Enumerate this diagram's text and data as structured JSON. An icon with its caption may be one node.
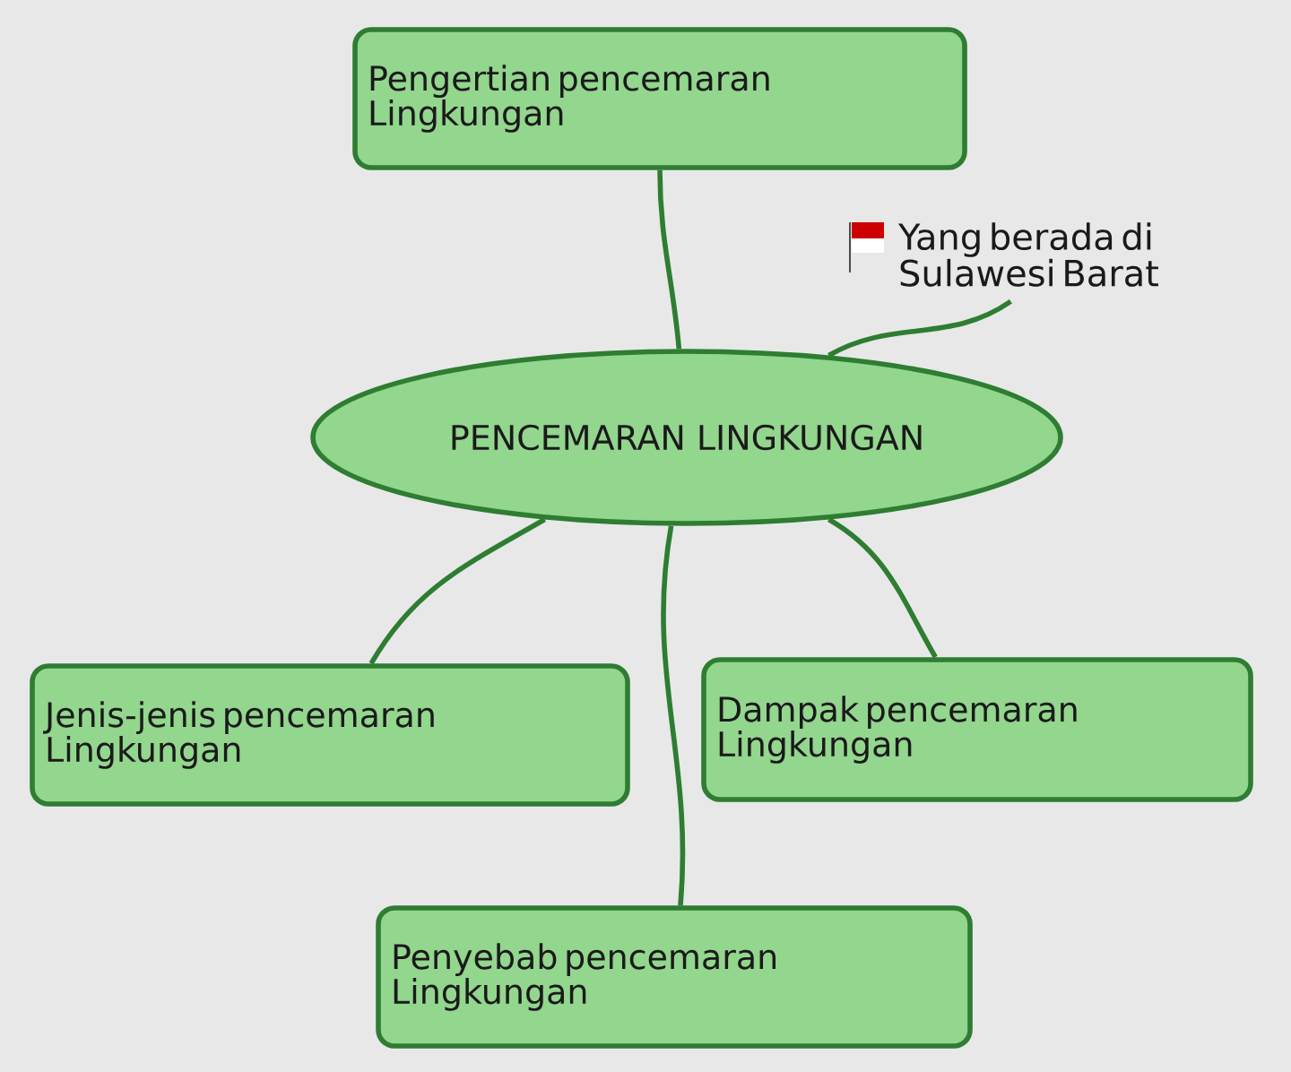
{
  "diagram": {
    "nodes": [
      {
        "text": [
          "Pengertian pencemaran Lingkungan"
        ]
      },
      {
        "text": [
          "PENCEMARAN LINGKUNGAN"
        ]
      },
      {
        "text": [
          "Yang berada di Sulawesi Barat"
        ]
      },
      {
        "text": [
          "Jenis-jenis pencemaran Lingkungan"
        ]
      },
      {
        "text": [
          "Dampak pencemaran Lingkungan"
        ]
      },
      {
        "text": [
          "Penyebab pencemaran Lingkungan"
        ]
      }
    ],
    "edges": [
      {
        "from": 1,
        "to": 0,
        "arrow": "none"
      },
      {
        "from": 1,
        "to": 2,
        "arrow": "none"
      },
      {
        "from": 1,
        "to": 3,
        "arrow": "none"
      },
      {
        "from": 1,
        "to": 4,
        "arrow": "none"
      },
      {
        "from": 1,
        "to": 5,
        "arrow": "none"
      }
    ]
  }
}
